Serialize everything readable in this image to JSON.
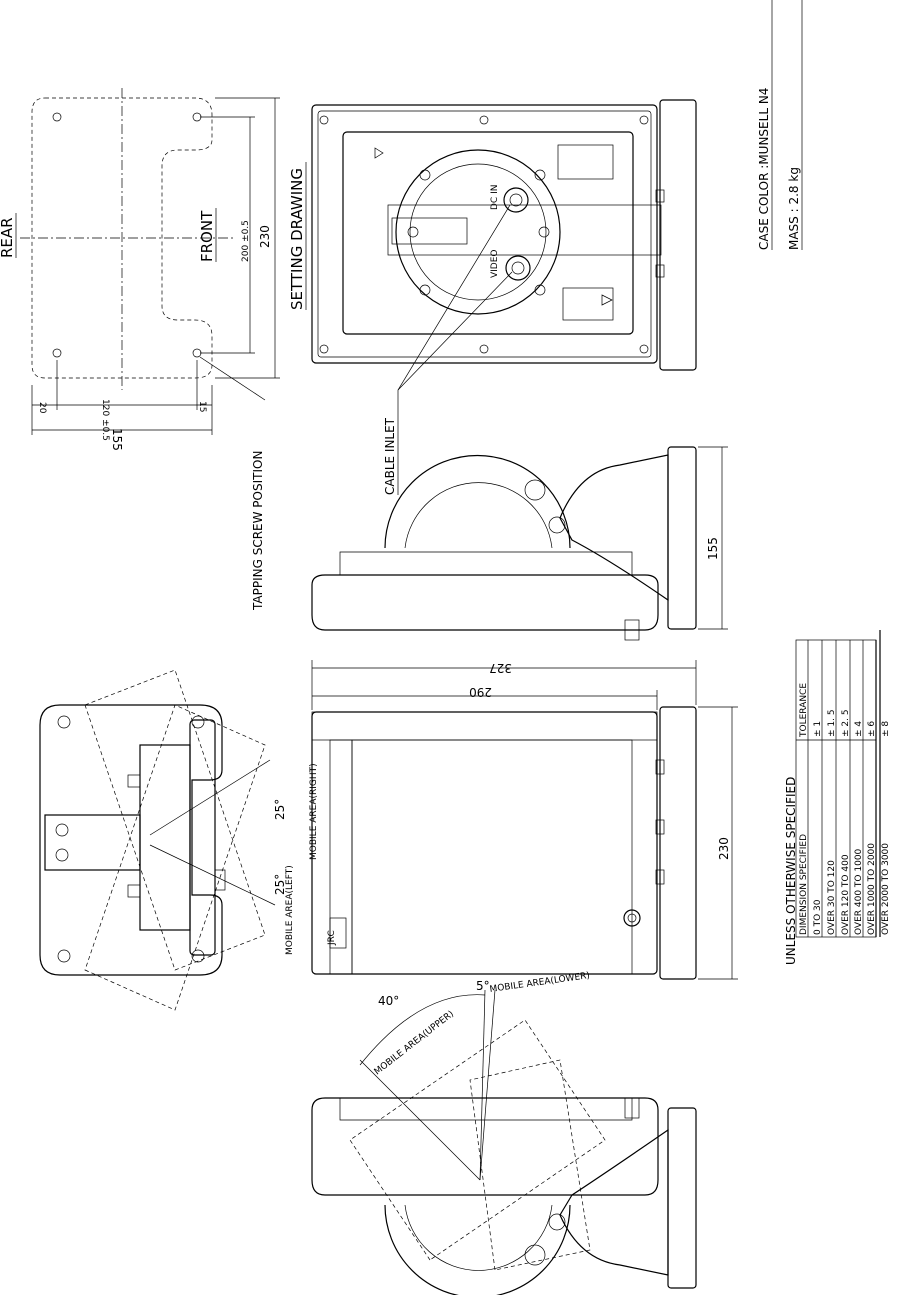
{
  "labels": {
    "rear": "REAR",
    "front": "FRONT",
    "setting_drawing": "SETTING DRAWING",
    "tapping_screw_position": "TAPPING SCREW POSITION",
    "cable_inlet": "CABLE INLET",
    "dc_in": "DC IN",
    "video": "VIDEO",
    "jrc": "JRC",
    "mobile_area_right": "MOBILE AREA(RIGHT)",
    "mobile_area_left": "MOBILE AREA(LEFT)",
    "mobile_area_upper": "MOBILE AREA(UPPER)",
    "mobile_area_lower": "MOBILE AREA(LOWER)"
  },
  "angles": {
    "right": "25°",
    "left": "25°",
    "upper": "40°",
    "lower": "5°"
  },
  "dimensions": {
    "d200": "200 ±0.5",
    "d230_a": "230",
    "d20": "20",
    "d120": "120 ±0.5",
    "d15": "15",
    "d155_a": "155",
    "d155_b": "155",
    "d327": "327",
    "d290": "290",
    "d230_b": "230"
  },
  "spec": {
    "case_color": "CASE COLOR  :MUNSELL N4",
    "mass": "MASS        :    2.8 kg"
  },
  "tolerance_table": {
    "title": "UNLESS OTHERWISE SPECIFIED",
    "headers": [
      "DIMENSION SPECIFIED",
      "TOLERANCE"
    ],
    "rows": [
      [
        "0  TO  30",
        "± 1"
      ],
      [
        "OVER  30  TO  120",
        "± 1. 5"
      ],
      [
        "OVER 120  TO  400",
        "± 2. 5"
      ],
      [
        "OVER 400  TO  1000",
        "± 4"
      ],
      [
        "OVER 1000  TO  2000",
        "± 6"
      ],
      [
        "OVER 2000  TO  3000",
        "± 8"
      ]
    ]
  }
}
